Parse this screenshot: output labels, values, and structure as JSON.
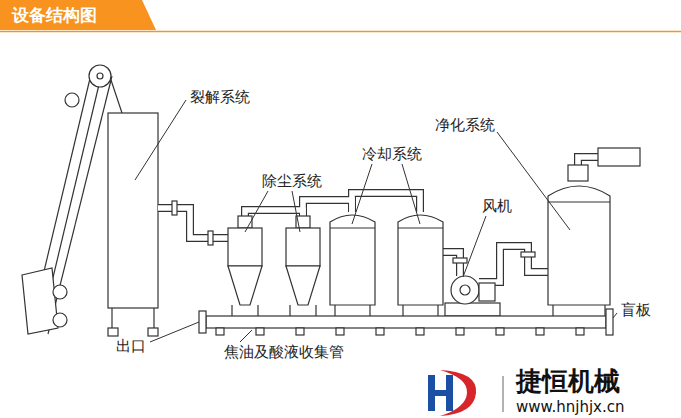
{
  "diagram": {
    "title": "设备结构图",
    "labels": [
      "裂解系统",
      "除尘系统",
      "冷却系统",
      "净化系统",
      "风机",
      "出口",
      "盲板",
      "焦油及酸液收集管",
      "捷恒机械",
      "www.hnjhjx.cn"
    ]
  }
}
